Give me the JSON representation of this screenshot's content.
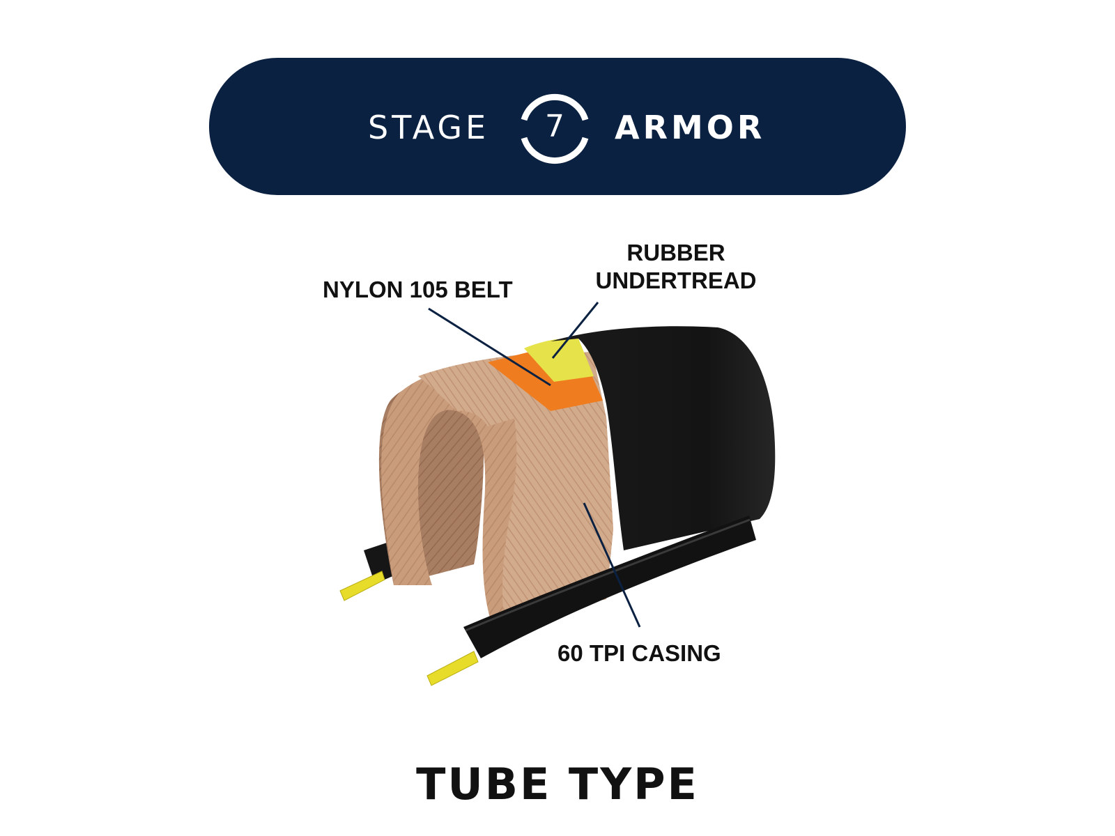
{
  "badge": {
    "word_left": "STAGE",
    "number": "7",
    "word_right": "ARMOR"
  },
  "diagram": {
    "callouts": {
      "rubber_undertread": "RUBBER UNDERTREAD",
      "nylon_belt": "NYLON 105 BELT",
      "casing": "60 TPI CASING"
    }
  },
  "footer": {
    "title": "TUBE TYPE"
  },
  "colors": {
    "badge_background": "#0b2142",
    "tire_black": "#141414",
    "casing_tan": "#c9a083",
    "belt_orange": "#ef7d1f",
    "undertread_yellow": "#e6e24a",
    "bead_yellow": "#e8dc2a",
    "leader_line": "#0b2142"
  }
}
